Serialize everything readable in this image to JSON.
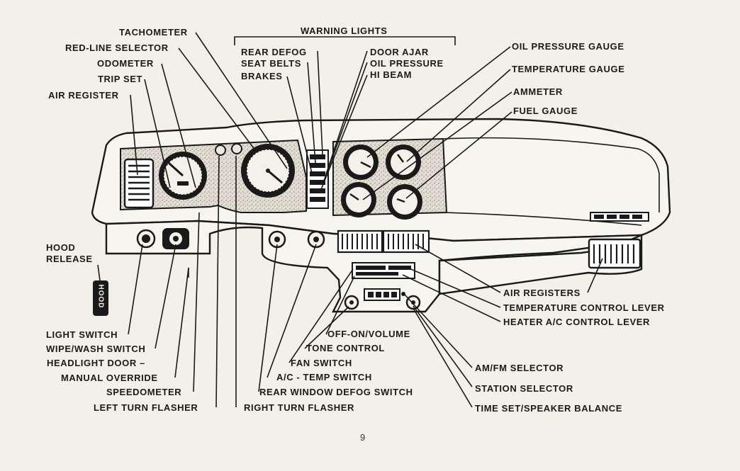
{
  "labels": {
    "tachometer": "TACHOMETER",
    "warning_lights": "WARNING LIGHTS",
    "redline_selector": "RED-LINE SELECTOR",
    "rear_defog": "REAR DEFOG",
    "door_ajar": "DOOR AJAR",
    "oil_pressure_gauge": "OIL PRESSURE GAUGE",
    "odometer": "ODOMETER",
    "seat_belts": "SEAT BELTS",
    "oil_pressure": "OIL PRESSURE",
    "trip_set": "TRIP SET",
    "brakes": "BRAKES",
    "hi_beam": "HI BEAM",
    "temperature_gauge": "TEMPERATURE GAUGE",
    "air_register": "AIR REGISTER",
    "ammeter": "AMMETER",
    "fuel_gauge": "FUEL GAUGE",
    "hood_release": "HOOD",
    "hood_release_2": "RELEASE",
    "air_registers": "AIR REGISTERS",
    "temperature_control_lever": "TEMPERATURE CONTROL LEVER",
    "heater_ac_control_lever": "HEATER  A/C CONTROL LEVER",
    "light_switch": "LIGHT SWITCH",
    "off_on_volume": "OFF-ON/VOLUME",
    "wipe_wash_switch": "WIPE/WASH SWITCH",
    "tone_control": "TONE CONTROL",
    "headlight_door": "HEADLIGHT DOOR –",
    "fan_switch": "FAN SWITCH",
    "manual_override": "MANUAL OVERRIDE",
    "ac_temp_switch": "A/C - TEMP SWITCH",
    "am_fm_selector": "AM/FM SELECTOR",
    "speedometer": "SPEEDOMETER",
    "rear_window_defog_switch": "REAR WINDOW DEFOG SWITCH",
    "station_selector": "STATION  SELECTOR",
    "left_turn_flasher": "LEFT TURN FLASHER",
    "right_turn_flasher": "RIGHT TURN FLASHER",
    "time_set_speaker_balance": "TIME SET/SPEAKER BALANCE"
  },
  "hood_knob_text": "HOOD",
  "page_number": "9",
  "colors": {
    "background": "#f3f0ea",
    "ink": "#1a1a1a",
    "dash_fill": "#f7f5f0",
    "speckle": "#d9d4c8"
  }
}
